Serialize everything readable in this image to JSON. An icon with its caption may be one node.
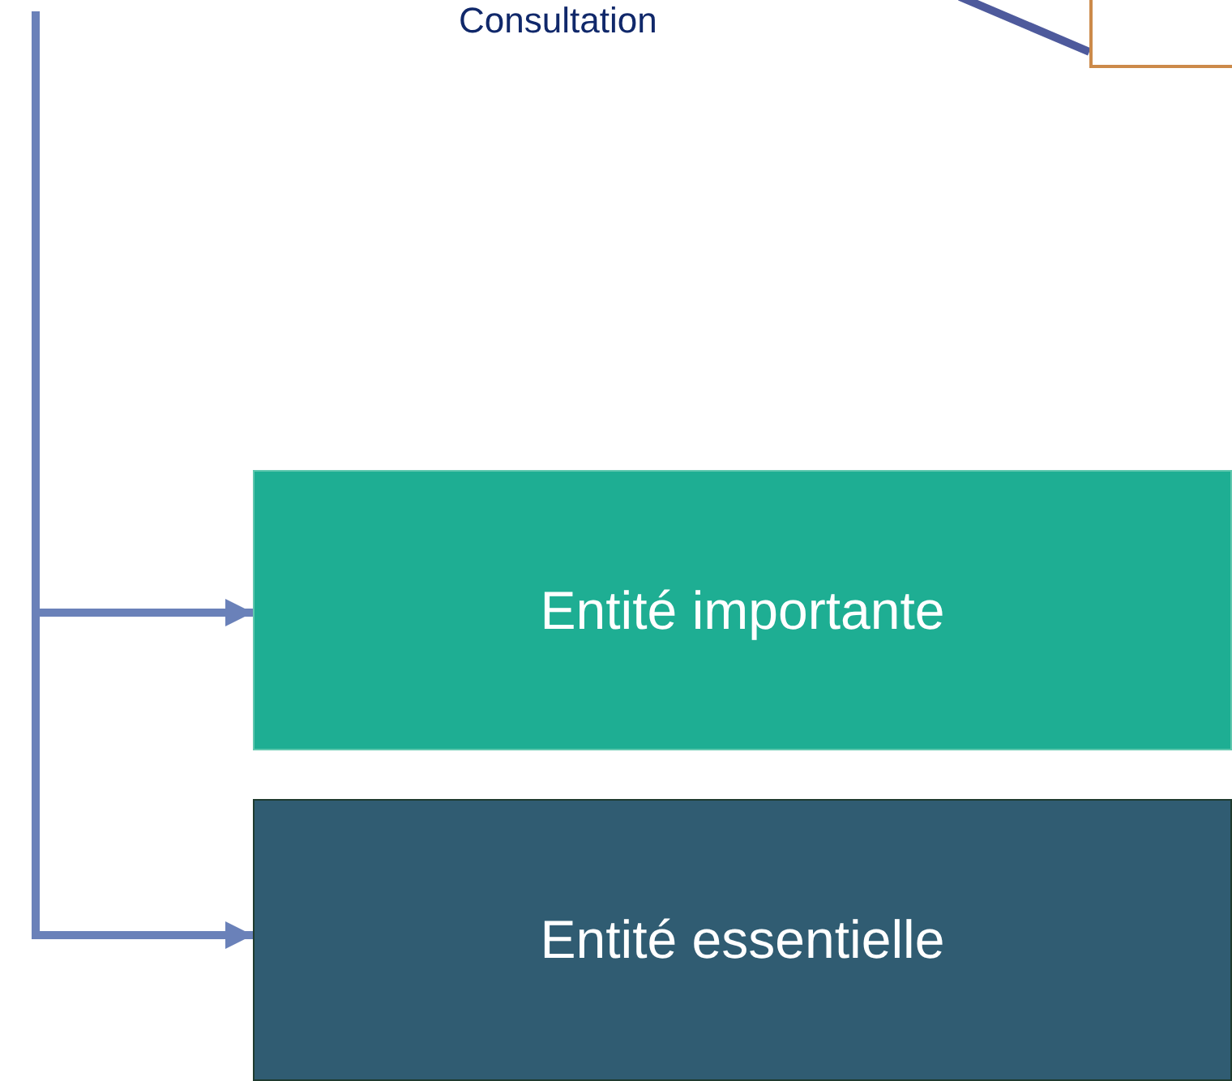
{
  "diagram": {
    "nodes": [
      {
        "text": [],
        "shape": "box"
      },
      {
        "text": [
          "Entité importante"
        ]
      },
      {
        "text": [
          "Entité essentielle"
        ]
      }
    ],
    "edges": [
      {
        "from": null,
        "to": 0,
        "arrow": "none",
        "color": "#4e5a9c"
      },
      {
        "from": null,
        "to": 1,
        "arrow": "to"
      },
      {
        "from": null,
        "to": 2,
        "arrow": "to"
      }
    ],
    "labels": [
      "Consultation"
    ]
  }
}
